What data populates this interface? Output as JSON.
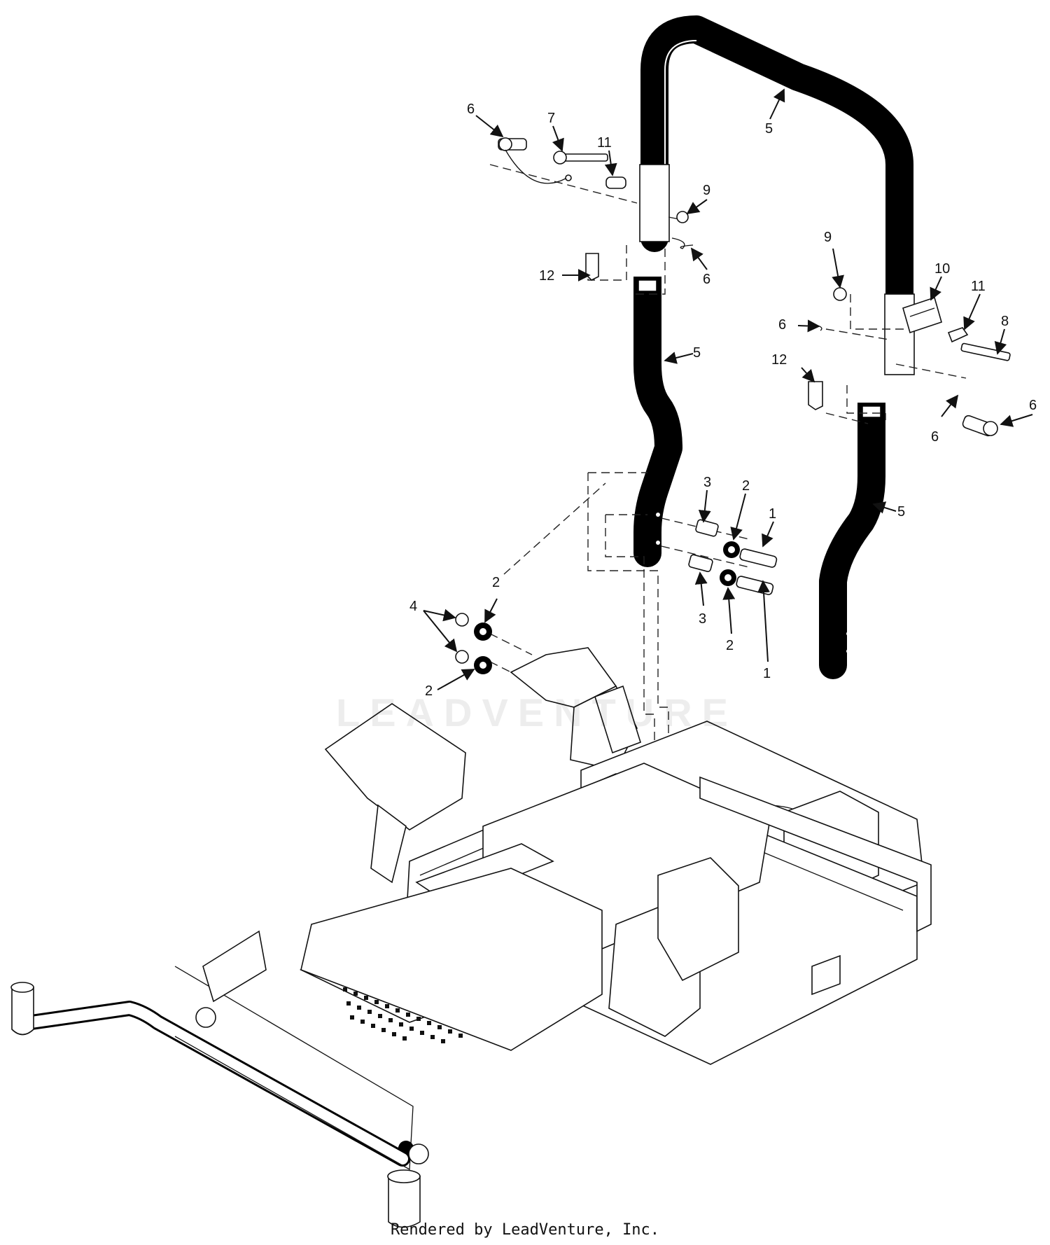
{
  "callouts": {
    "c1a": "1",
    "c1b": "1",
    "c2a": "2",
    "c2b": "2",
    "c2c": "2",
    "c2d": "2",
    "c3a": "3",
    "c3b": "3",
    "c4": "4",
    "c5a": "5",
    "c5b": "5",
    "c5c": "5",
    "c6a": "6",
    "c6b": "6",
    "c6c": "6",
    "c6d": "6",
    "c6e": "6",
    "c7": "7",
    "c8": "8",
    "c9a": "9",
    "c9b": "9",
    "c10": "10",
    "c11a": "11",
    "c11b": "11",
    "c12a": "12",
    "c12b": "12"
  },
  "watermark": "LEADVENTURE",
  "footer": "Rendered by LeadVenture, Inc."
}
